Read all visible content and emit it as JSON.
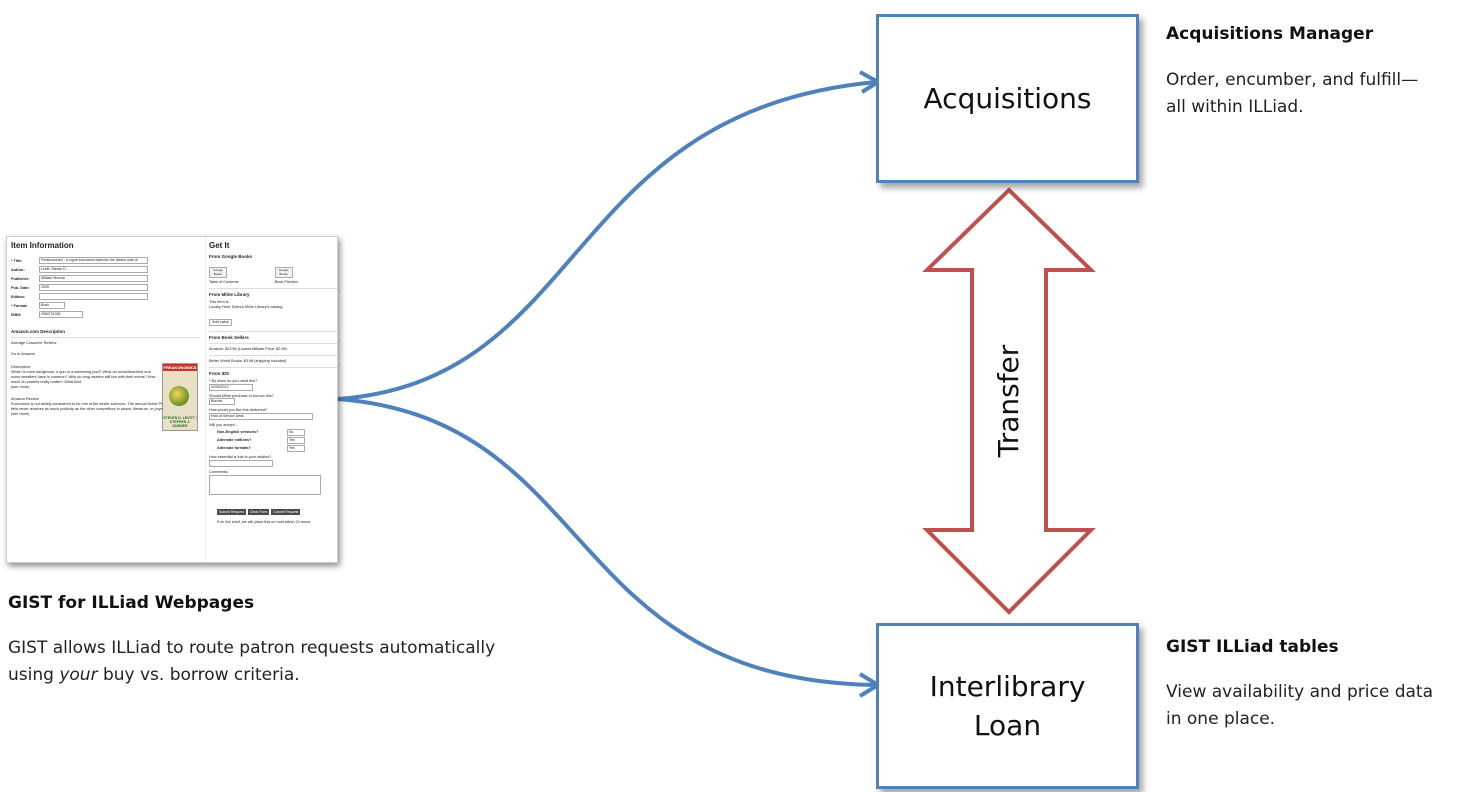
{
  "nodes": {
    "acquisitions": {
      "label": "Acquisitions"
    },
    "ill": {
      "label_line1": "Interlibrary",
      "label_line2": "Loan"
    }
  },
  "transfer_label": "Transfer",
  "acq_manager": {
    "heading": "Acquisitions Manager",
    "desc_line1": "Order, encumber, and fulfill—",
    "desc_line2": "all within ILLiad."
  },
  "gist_tables": {
    "heading": "GIST ILLiad tables",
    "desc_line1": "View availability and price data",
    "desc_line2": "in one place."
  },
  "gist_webpages": {
    "heading": "GIST for ILLiad Webpages",
    "desc_line1": "GIST allows ILLiad to route patron requests automatically",
    "desc_line2_pre": "using ",
    "desc_line2_em": "your",
    "desc_line2_post": " buy vs. borrow criteria."
  },
  "screenshot": {
    "item_info_title": "Item Information",
    "fields": [
      {
        "label": "* Title:",
        "value": "Freakonomics : a rogue economist explores the hidden side of"
      },
      {
        "label": "Author:",
        "value": "Levitt, Steven D."
      },
      {
        "label": "Publisher:",
        "value": "William Morrow"
      },
      {
        "label": "Pub. Date:",
        "value": "2005"
      },
      {
        "label": "Edition:",
        "value": ""
      },
      {
        "label": "* Format:",
        "value": "Book"
      },
      {
        "label": "ISBN:",
        "value": "0060731326"
      }
    ],
    "amazon_title": "Amazon.com Description",
    "avg_review": "Average Customer Review:",
    "go_to_amazon": "Go to Amazon",
    "description_label": "Description:",
    "description_text": "Which is more dangerous, a gun or a swimming pool? What do schoolteachers and sumo wrestlers have in common? Why do drug dealers still live with their moms? How much do parents really matter? What kind",
    "see_more_1": "(see more)",
    "amazon_review_label": "Amazon Review:",
    "amazon_review_text": "Economics is not widely considered to be one of the sexier sciences. The annual Nobel Prize winner in that field never receives as much publicity as the other competitors in peace, literature, or physics.",
    "see_more_2": "(see more)",
    "cover_title": "FREAKONOMICS",
    "cover_authors": "STEVEN D. LEVITT / STEPHEN J. DUBNER",
    "get_it_title": "Get It",
    "from_google": "From Google Books",
    "google_toc": "Table of Contents",
    "google_preview": "Book Preview",
    "google_btn": "Google Books",
    "from_milne": "From Milne Library",
    "milne_line1": "This Item is :",
    "milne_line2": "Locally Held: Search Milne Library's catalog",
    "milne_btn": "Add value",
    "from_sellers": "From Book Sellers",
    "seller1": "Amazon: $23.56 (Lowest Affiliate Price: $2.95)",
    "seller2": "Better World Books: $3.98 (shipping included)",
    "from_ids": "From IDS",
    "q_date": "* By when do you need this?",
    "date_value": "02/06/2012",
    "q_purchase": "Should Milne purchase or borrow this?",
    "purchase_value": "Borrow",
    "q_deliver": "How would you like this delivered?",
    "deliver_value": "Hold at Service Desk",
    "q_accept": "Will you accept...",
    "accept_rows": [
      {
        "label": "Non-English versions?",
        "value": "No"
      },
      {
        "label": "Alternate editions?",
        "value": "Yes"
      },
      {
        "label": "Alternate formats?",
        "value": "Yes"
      }
    ],
    "q_essential": "How essential is this to your studies?",
    "comments": "Comments:",
    "buttons": [
      "Submit Request",
      "Clear Form",
      "Cancel Request"
    ],
    "footer": "If on the shelf, we will place this on hold within 24 hours."
  }
}
